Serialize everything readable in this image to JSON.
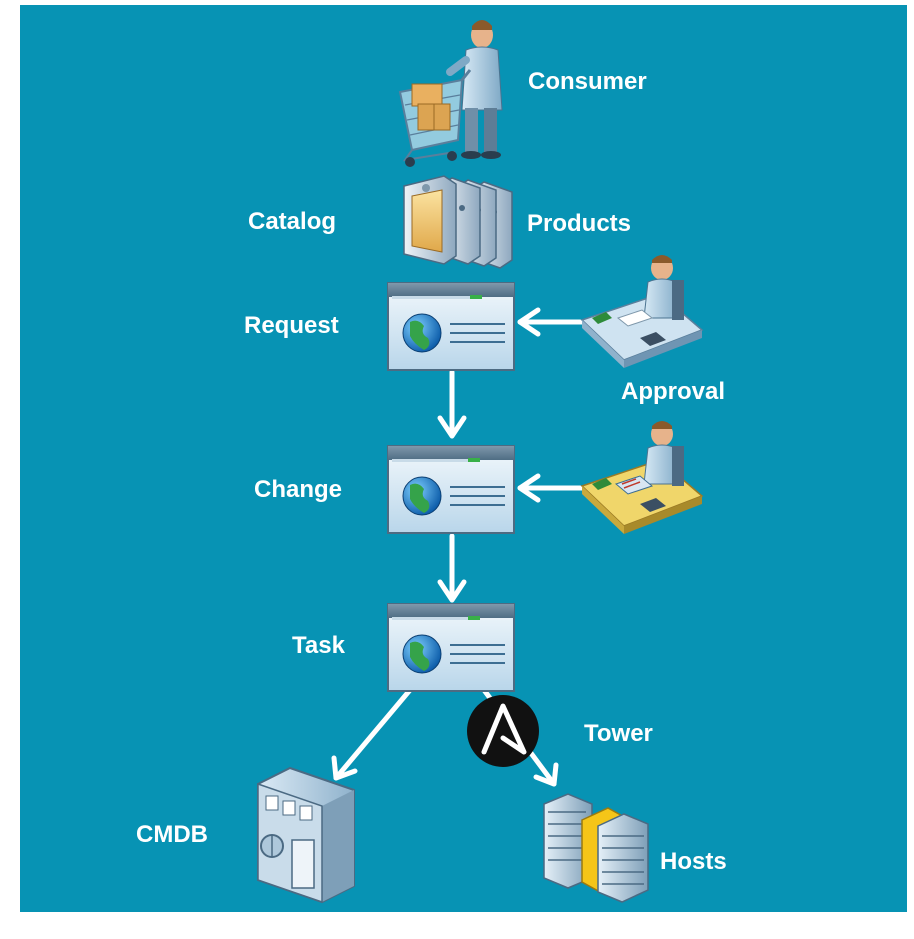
{
  "diagram": {
    "background_color": "#0793b4",
    "arrow_color": "#ffffff",
    "labels": {
      "consumer": "Consumer",
      "catalog": "Catalog",
      "products": "Products",
      "request": "Request",
      "approval": "Approval",
      "change": "Change",
      "task": "Task",
      "tower": "Tower",
      "cmdb": "CMDB",
      "hosts": "Hosts"
    },
    "nodes": [
      {
        "id": "consumer",
        "icon": "shopper-with-cart-icon"
      },
      {
        "id": "catalog",
        "icon": "binders-icon"
      },
      {
        "id": "request",
        "icon": "web-form-icon"
      },
      {
        "id": "approval-request",
        "icon": "approver-at-desk-icon"
      },
      {
        "id": "change",
        "icon": "web-form-icon"
      },
      {
        "id": "approval-change",
        "icon": "approver-at-desk-icon"
      },
      {
        "id": "task",
        "icon": "web-form-icon"
      },
      {
        "id": "tower",
        "icon": "ansible-logo-icon"
      },
      {
        "id": "cmdb",
        "icon": "building-icon"
      },
      {
        "id": "hosts",
        "icon": "server-rack-icon"
      }
    ],
    "edges": [
      {
        "from": "approval-request",
        "to": "request"
      },
      {
        "from": "request",
        "to": "change"
      },
      {
        "from": "approval-change",
        "to": "change"
      },
      {
        "from": "change",
        "to": "task"
      },
      {
        "from": "task",
        "to": "cmdb"
      },
      {
        "from": "task",
        "to": "hosts"
      }
    ]
  }
}
